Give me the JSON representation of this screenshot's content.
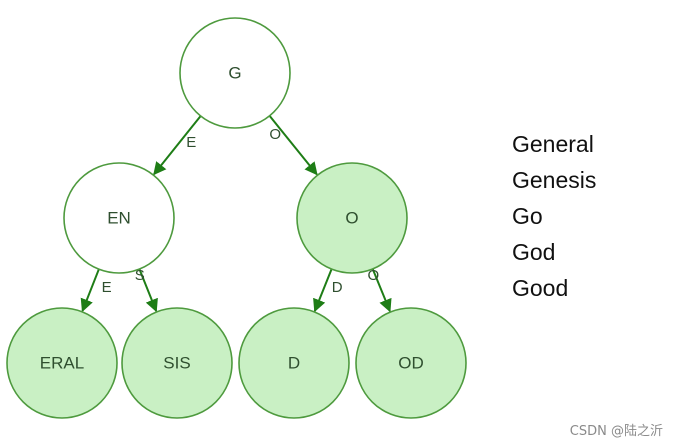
{
  "colors": {
    "node_plain_fill": "#ffffff",
    "node_green_fill": "#c9f0c4",
    "node_stroke": "#4e9a3e",
    "edge": "#1e7d16"
  },
  "tree": {
    "nodes": [
      {
        "id": "g",
        "label": "G",
        "filled": false
      },
      {
        "id": "en",
        "label": "EN",
        "filled": false
      },
      {
        "id": "o",
        "label": "O",
        "filled": true
      },
      {
        "id": "eral",
        "label": "ERAL",
        "filled": true
      },
      {
        "id": "sis",
        "label": "SIS",
        "filled": true
      },
      {
        "id": "d",
        "label": "D",
        "filled": true
      },
      {
        "id": "od",
        "label": "OD",
        "filled": true
      }
    ],
    "edges": [
      {
        "from": "g",
        "to": "en",
        "label": "E"
      },
      {
        "from": "g",
        "to": "o",
        "label": "O"
      },
      {
        "from": "en",
        "to": "eral",
        "label": "E"
      },
      {
        "from": "en",
        "to": "sis",
        "label": "S"
      },
      {
        "from": "o",
        "to": "d",
        "label": "D"
      },
      {
        "from": "o",
        "to": "od",
        "label": "O"
      }
    ]
  },
  "words": [
    "General",
    "Genesis",
    "Go",
    "God",
    "Good"
  ],
  "watermark": "CSDN @陆之沂"
}
